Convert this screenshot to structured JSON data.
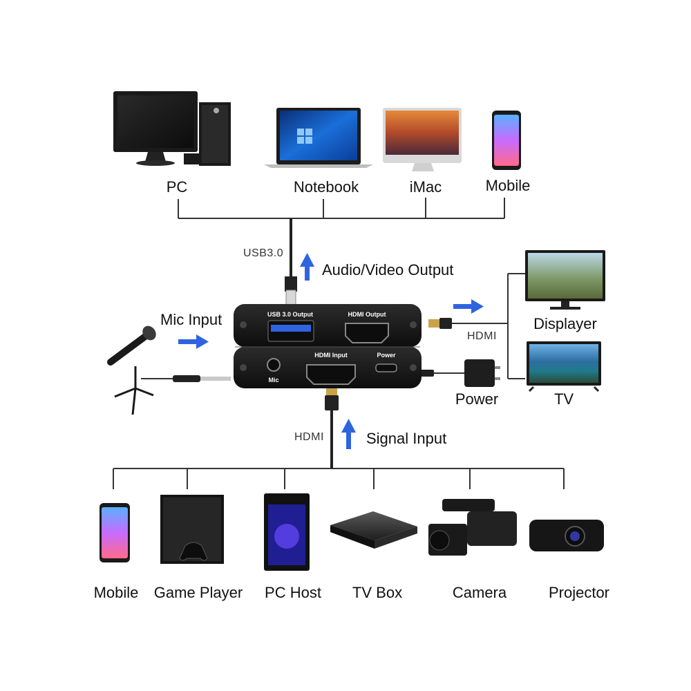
{
  "outputs": {
    "connection_label": "USB3.0",
    "direction_label": "Audio/Video Output",
    "devices": [
      {
        "label": "PC",
        "icon": "desktop-pc-icon"
      },
      {
        "label": "Notebook",
        "icon": "laptop-icon"
      },
      {
        "label": "iMac",
        "icon": "imac-icon"
      },
      {
        "label": "Mobile",
        "icon": "smartphone-icon"
      }
    ]
  },
  "capture_card": {
    "top_ports": {
      "usb": "USB 3.0 Output",
      "hdmi": "HDMI Output"
    },
    "bottom_ports": {
      "hdmi_in": "HDMI Input",
      "power": "Power",
      "mic": "Mic"
    }
  },
  "mic": {
    "label": "Mic Input",
    "icon": "microphone-icon"
  },
  "loop_out": {
    "connection_label": "HDMI",
    "devices": [
      {
        "label": "Displayer",
        "icon": "monitor-icon"
      },
      {
        "label": "TV",
        "icon": "tv-icon"
      }
    ]
  },
  "power": {
    "label": "Power",
    "icon": "power-adapter-icon"
  },
  "inputs": {
    "connection_label": "HDMI",
    "direction_label": "Signal Input",
    "devices": [
      {
        "label": "Mobile",
        "icon": "smartphone-icon"
      },
      {
        "label": "Game Player",
        "icon": "game-console-icon"
      },
      {
        "label": "PC Host",
        "icon": "pc-tower-icon"
      },
      {
        "label": "TV Box",
        "icon": "tv-box-icon"
      },
      {
        "label": "Camera",
        "icon": "camcorder-icon"
      },
      {
        "label": "Projector",
        "icon": "projector-icon"
      }
    ]
  },
  "colors": {
    "arrow": "#2f63e0",
    "line": "#333333",
    "device_body": "#1b1b1b"
  }
}
